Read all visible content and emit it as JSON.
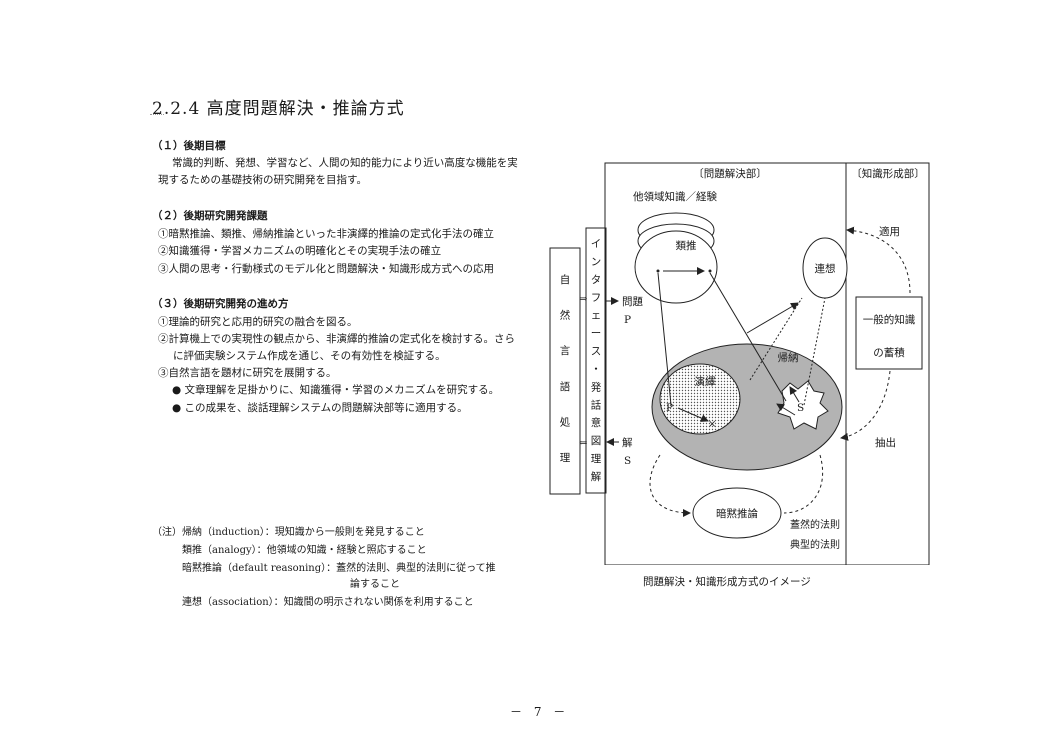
{
  "section_title": "2.2.4 高度問題解決・推論方式",
  "s1": {
    "heading": "（１）後期目標",
    "line1": "常識的判断、発想、学習など、人間の知的能力により近い高度な機能を実",
    "line2": "現するための基礎技術の研究開発を目指す。"
  },
  "s2": {
    "heading": "（２）後期研究開発課題",
    "items": [
      "①暗黙推論、類推、帰納推論といった非演繹的推論の定式化手法の確立",
      "②知識獲得・学習メカニズムの明確化とその実現手法の確立",
      "③人間の思考・行動様式のモデル化と問題解決・知識形成方式への応用"
    ]
  },
  "s3": {
    "heading": "（３）後期研究開発の進め方",
    "items": [
      "①理論的研究と応用的研究の融合を図る。",
      "②計算機上での実現性の観点から、非演繹的推論の定式化を検討する。さら",
      "に評価実験システム作成を通じ、その有効性を検証する。",
      "③自然言語を題材に研究を展開する。",
      "● 文章理解を足掛かりに、知識獲得・学習のメカニズムを研究する。",
      "● この成果を、談話理解システムの問題解決部等に適用する。"
    ]
  },
  "notes": [
    "（注）帰納（induction）：現知識から一般則を発見すること",
    "類推（analogy）：他領域の知識・経験と照応すること",
    "暗黙推論（default reasoning）：蓋然的法則、典型的法則に従って推",
    "論すること",
    "連想（association）：知識間の明示されない関係を利用すること"
  ],
  "diagram": {
    "problem_solving": "〔問題解決部〕",
    "knowledge_forming": "〔知識形成部〕",
    "other_domain": "他領域知識／経験",
    "analogy": "類推",
    "association": "連想",
    "induction": "帰納",
    "deduction": "演繹",
    "default_reasoning": "暗黙推論",
    "probable_law": "蓋然的法則",
    "typical_law": "典型的法則",
    "apply": "適用",
    "extract": "抽出",
    "general_knowledge": "一般的知識",
    "accumulation": "の蓄積",
    "problem": "問題",
    "problem_var": "P",
    "solution": "解",
    "solution_var": "S",
    "p_label": "P",
    "s_label": "S",
    "nlp": "自然言語処理",
    "interface": "インタフェース・発話意図理解",
    "caption": "問題解決・知識形成方式のイメージ"
  },
  "page_number": "－ 7 －"
}
